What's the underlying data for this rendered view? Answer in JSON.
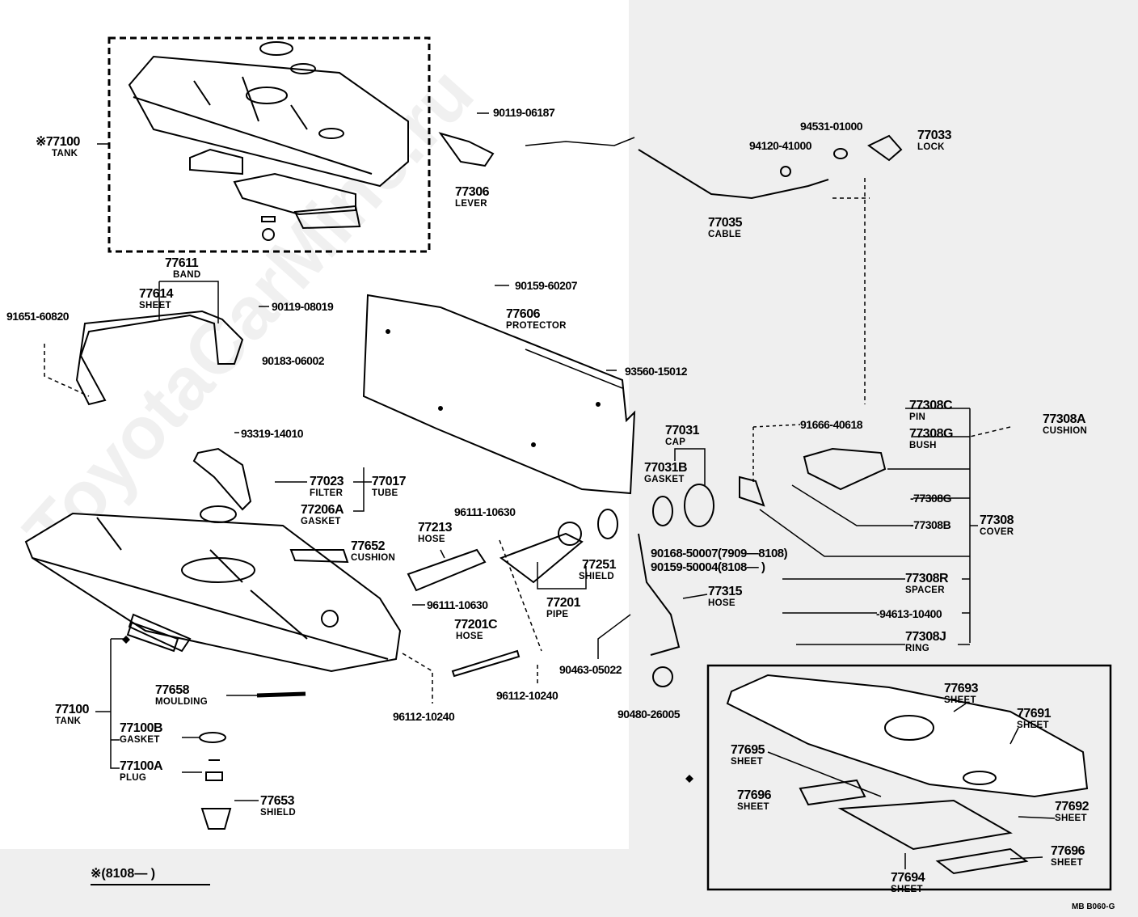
{
  "watermark": "ToyotaCarMine.ru",
  "diagram_code": "MB  B060-G",
  "footnote": "※(8108—       )",
  "labels": [
    {
      "part": "※77100",
      "name": "TANK"
    },
    {
      "part": "77306",
      "name": "LEVER"
    },
    {
      "part": "77033",
      "name": "LOCK"
    },
    {
      "part": "77035",
      "name": "CABLE"
    },
    {
      "part": "77611",
      "name": "BAND"
    },
    {
      "part": "77614",
      "name": "SHEET"
    },
    {
      "part": "77606",
      "name": "PROTECTOR"
    },
    {
      "part": "77308C",
      "name": "PIN"
    },
    {
      "part": "77308A",
      "name": "CUSHION"
    },
    {
      "part": "77031",
      "name": "CAP"
    },
    {
      "part": "77308G",
      "name": "BUSH"
    },
    {
      "part": "77031B",
      "name": "GASKET"
    },
    {
      "part": "77023",
      "name": "FILTER"
    },
    {
      "part": "77017",
      "name": "TUBE"
    },
    {
      "part": "77206A",
      "name": "GASKET"
    },
    {
      "part": "77213",
      "name": "HOSE"
    },
    {
      "part": "77308",
      "name": "COVER"
    },
    {
      "part": "77652",
      "name": "CUSHION"
    },
    {
      "part": "77251",
      "name": "SHIELD"
    },
    {
      "part": "77201",
      "name": "PIPE"
    },
    {
      "part": "77315",
      "name": "HOSE"
    },
    {
      "part": "77308R",
      "name": "SPACER"
    },
    {
      "part": "77201C",
      "name": "HOSE"
    },
    {
      "part": "77308J",
      "name": "RING"
    },
    {
      "part": "77693",
      "name": "SHEET"
    },
    {
      "part": "77658",
      "name": "MOULDING"
    },
    {
      "part": "77100",
      "name": "TANK"
    },
    {
      "part": "77691",
      "name": "SHEET"
    },
    {
      "part": "77100B",
      "name": "GASKET"
    },
    {
      "part": "77695",
      "name": "SHEET"
    },
    {
      "part": "77100A",
      "name": "PLUG"
    },
    {
      "part": "77696",
      "name": "SHEET"
    },
    {
      "part": "77653",
      "name": "SHIELD"
    },
    {
      "part": "77692",
      "name": "SHEET"
    },
    {
      "part": "77696",
      "name": "SHEET"
    },
    {
      "part": "77694",
      "name": "SHEET"
    }
  ],
  "part_numbers": [
    "90119-06187",
    "94531-01000",
    "94120-41000",
    "90119-08019",
    "91651-60820",
    "90159-60207",
    "90183-06002",
    "93560-15012",
    "93319-14010",
    "91666-40618",
    "96111-10630",
    "-77308G",
    "-77308B",
    "90168-50007(7909—8108)",
    "90159-50004(8108—        )",
    "96111-10630",
    "-94613-10400",
    "90463-05022",
    "96112-10240",
    "96112-10240",
    "90480-26005"
  ]
}
